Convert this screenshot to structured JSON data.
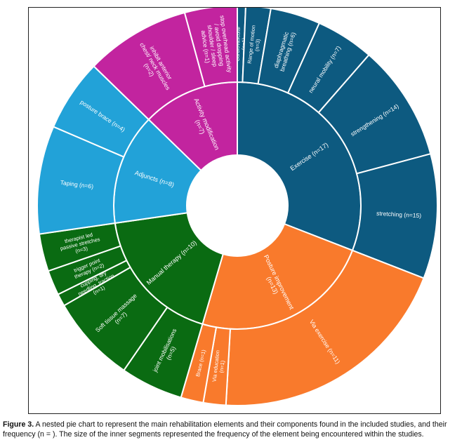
{
  "chart_data": {
    "type": "sunburst",
    "title": "",
    "colors": {
      "Exercise": "#0d5a80",
      "Posture improvement": "#f97a2c",
      "Manual therapy": "#0a6b12",
      "Adjuncts": "#22a2d8",
      "Activity modification": "#c2249f"
    },
    "inner": [
      {
        "name": "Exercise",
        "label": "Exercise (n=17)",
        "value": 17
      },
      {
        "name": "Posture improvement",
        "label": "Posture improvement (n=13)",
        "value": 13
      },
      {
        "name": "Manual therapy",
        "label": "Manual therapy (n=10)",
        "value": 10
      },
      {
        "name": "Adjuncts",
        "label": "Adjuncts (n=8)",
        "value": 8
      },
      {
        "name": "Activity modification",
        "label": "Activity modification (n=7)",
        "value": 7
      }
    ],
    "outer": [
      {
        "parent": "Exercise",
        "label": "Cardiovascular (n=1)",
        "value": 1
      },
      {
        "parent": "Exercise",
        "label": "Range of motion (n=3)",
        "value": 3
      },
      {
        "parent": "Exercise",
        "label": "diaphragmatic breathing (n=6)",
        "value": 6
      },
      {
        "parent": "Exercise",
        "label": "neural mobility (n=7)",
        "value": 7
      },
      {
        "parent": "Exercise",
        "label": "strengthening (n=14)",
        "value": 14
      },
      {
        "parent": "Exercise",
        "label": "stretching (n=15)",
        "value": 15
      },
      {
        "parent": "Posture improvement",
        "label": "Via exercise (n=11)",
        "value": 11
      },
      {
        "parent": "Posture improvement",
        "label": "Via education (n=1)",
        "value": 1
      },
      {
        "parent": "Posture improvement",
        "label": "Brace (n=1)",
        "value": 1
      },
      {
        "parent": "Manual therapy",
        "label": "joint mobilisations (n=5)",
        "value": 5
      },
      {
        "parent": "Manual therapy",
        "label": "Soft tissue massage (n=7)",
        "value": 7
      },
      {
        "parent": "Manual therapy",
        "label": "manipulations, cupping, dry needling, traction (n=1)",
        "value": 1
      },
      {
        "parent": "Manual therapy",
        "label": "trigger point therapy (n=2)",
        "value": 2
      },
      {
        "parent": "Manual therapy",
        "label": "therapist led passive stretches (n=3)",
        "value": 3
      },
      {
        "parent": "Adjuncts",
        "label": "Taping (n=6)",
        "value": 6
      },
      {
        "parent": "Adjuncts",
        "label": "posture brace (n=4)",
        "value": 4
      },
      {
        "parent": "Activity modification",
        "label": "inhibit anterior chest/ neck muscles (n=2)",
        "value": 2
      },
      {
        "parent": "Activity modification",
        "label": "stop overhead activity / avoid dropping shoulder / sleep advice (n=1)",
        "value": 1
      }
    ]
  },
  "caption": {
    "figure_label": "Figure 3.",
    "text": "A nested pie chart to represent the main rehabilitation elements and their components found in the included studies, and their frequency (n = ). The size of the inner segments represented the frequency of the element being encountered within the studies."
  }
}
